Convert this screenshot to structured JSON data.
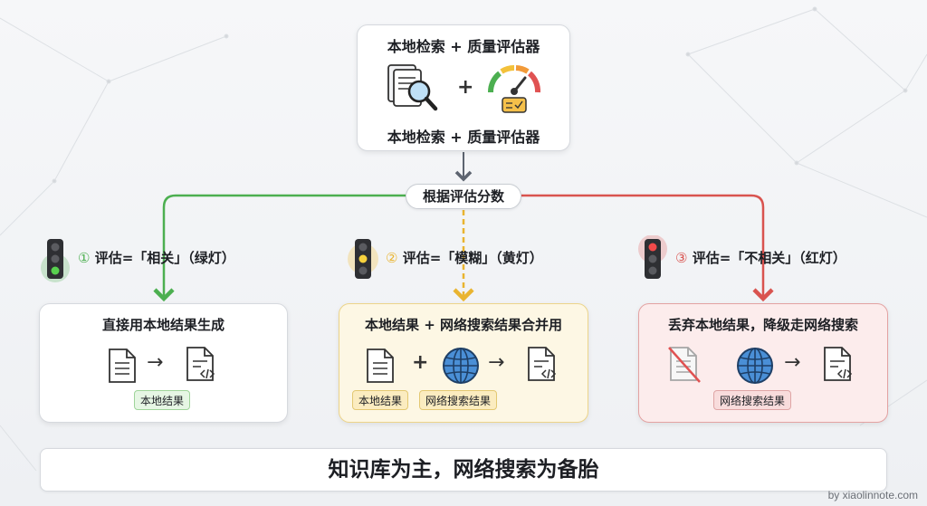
{
  "top_box": {
    "title_top": "本地检索 + 质量评估器",
    "plus": "+",
    "title_bottom": "本地检索 + 质量评估器"
  },
  "decision": {
    "label": "根据评估分数"
  },
  "branches": [
    {
      "number": "①",
      "label": "评估=「相关」（绿灯）",
      "color": "#4caf50",
      "light_on": "green",
      "box_title": "直接用本地结果生成",
      "tags": [
        "本地结果"
      ]
    },
    {
      "number": "②",
      "label": "评估=「模糊」（黄灯）",
      "color": "#e9b430",
      "light_on": "yellow",
      "box_title": "本地结果 + 网络搜索结果合并用",
      "tags": [
        "本地结果",
        "网络搜索结果"
      ]
    },
    {
      "number": "③",
      "label": "评估=「不相关」（红灯）",
      "color": "#d9534f",
      "light_on": "red",
      "box_title": "丢弃本地结果，降级走网络搜索",
      "tags": [
        "网络搜索结果"
      ]
    }
  ],
  "symbols": {
    "plus": "+",
    "arrow": "→"
  },
  "conclusion": "知识库为主，网络搜索为备胎",
  "watermark": "by xiaolinnote.com"
}
